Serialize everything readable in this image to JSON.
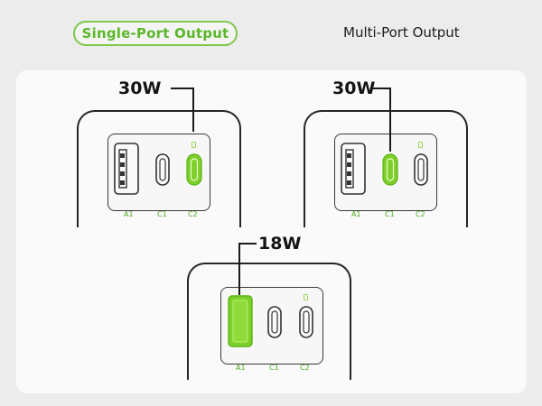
{
  "tabs": {
    "single": "Single-Port Output",
    "multi": "Multi-Port Output"
  },
  "chargers": [
    {
      "watt": "30W",
      "active_port": "C2",
      "labels": [
        "A1",
        "C1",
        "C2"
      ]
    },
    {
      "watt": "30W",
      "active_port": "C1",
      "labels": [
        "A1",
        "C1",
        "C2"
      ]
    },
    {
      "watt": "18W",
      "active_port": "A1",
      "labels": [
        "A1",
        "C1",
        "C2"
      ]
    }
  ],
  "colors": {
    "accent_green": "#7fcf2a",
    "label_green": "#4faa1f",
    "outline": "#262626"
  },
  "icons": [
    "usb-a-port-icon",
    "usb-c-port-icon",
    "led-indicator-icon"
  ]
}
